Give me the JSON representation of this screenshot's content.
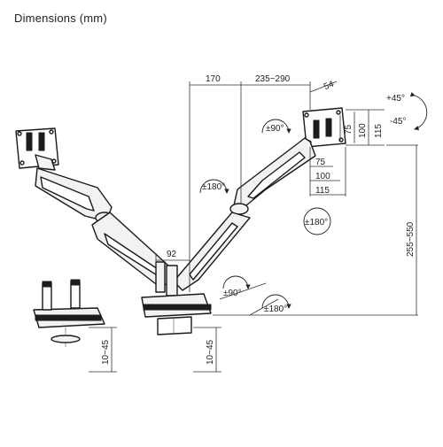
{
  "title": "Dimensions (mm)",
  "dimensions": {
    "reach_inner": "170",
    "reach_outer": "235~290",
    "vesa_offset": "54",
    "vesa_h_small": "75",
    "vesa_h_large": "100",
    "vesa_h_total": "115",
    "vesa_w_small": "75",
    "vesa_w_large": "100",
    "vesa_w_total": "115",
    "height_range": "255~550",
    "pole_offset": "92",
    "clamp_left": "10~45",
    "clamp_right": "10~45"
  },
  "rotations": {
    "tilt_up": "+45°",
    "tilt_down": "-45°",
    "swivel_head": "±90°",
    "rotate_arm": "±180°",
    "rotate_screen": "±180°",
    "rotate_base_90": "±90°",
    "rotate_base_180": "±180°"
  },
  "colors": {
    "line": "#1a1a1a",
    "fill": "#f2f2f2",
    "text": "#222222"
  }
}
